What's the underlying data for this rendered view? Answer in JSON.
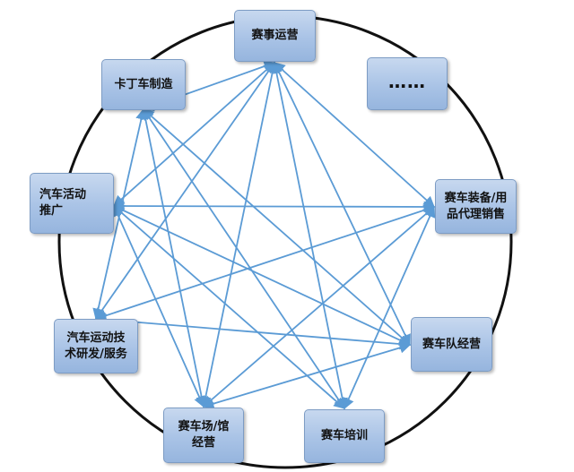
{
  "nodes": {
    "event_operation": "赛事运营",
    "kart_manufacturing": "卡丁车制造",
    "more": "……",
    "motorsport_promotion": "汽车活动\n推广",
    "equipment_agency": "赛车装备/用\n品代理销售",
    "motorsport_tech": "汽车运动技\n术研发/服务",
    "team_operation": "赛车队经营",
    "venue_operation": "赛车场/馆\n经营",
    "racing_training": "赛车培训"
  },
  "colors": {
    "circle": "#111111",
    "arrow": "#5b9bd5",
    "node_border": "#7d9cc4"
  },
  "edges": [
    [
      "event_operation",
      "equipment_agency"
    ],
    [
      "event_operation",
      "team_operation"
    ],
    [
      "event_operation",
      "racing_training"
    ],
    [
      "event_operation",
      "venue_operation"
    ],
    [
      "event_operation",
      "motorsport_tech"
    ],
    [
      "event_operation",
      "motorsport_promotion"
    ],
    [
      "event_operation",
      "kart_manufacturing"
    ],
    [
      "kart_manufacturing",
      "team_operation"
    ],
    [
      "kart_manufacturing",
      "racing_training"
    ],
    [
      "kart_manufacturing",
      "venue_operation"
    ],
    [
      "kart_manufacturing",
      "motorsport_tech"
    ],
    [
      "motorsport_promotion",
      "equipment_agency"
    ],
    [
      "motorsport_promotion",
      "team_operation"
    ],
    [
      "motorsport_promotion",
      "racing_training"
    ],
    [
      "motorsport_promotion",
      "venue_operation"
    ],
    [
      "motorsport_tech",
      "equipment_agency"
    ],
    [
      "motorsport_tech",
      "team_operation"
    ],
    [
      "venue_operation",
      "equipment_agency"
    ],
    [
      "venue_operation",
      "team_operation"
    ],
    [
      "racing_training",
      "equipment_agency"
    ]
  ]
}
